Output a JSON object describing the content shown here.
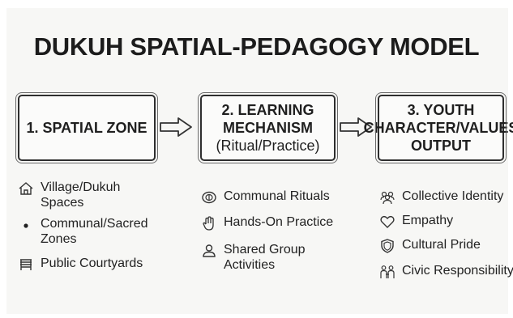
{
  "title": "DUKUH SPATIAL-PEDAGOGY MODEL",
  "boxes": [
    {
      "line1": "1. SPATIAL ZONE",
      "line2": "",
      "line3": ""
    },
    {
      "line1": "2. LEARNING",
      "line2": "MECHANISM",
      "line3": "(Ritual/Practice)"
    },
    {
      "line1": "3. YOUTH",
      "line2": "CHARACTER/VALUES",
      "line3": "OUTPUT"
    }
  ],
  "columns": [
    {
      "items": [
        {
          "icon": "house-icon",
          "text": "Village/Dukuh\nSpaces"
        },
        {
          "icon": "bullet-icon",
          "text": "Communal/Sacred\nZones"
        },
        {
          "icon": "bench-icon",
          "text": "Public Courtyards"
        }
      ]
    },
    {
      "items": [
        {
          "icon": "ritual-coin-icon",
          "text": "Communal Rituals"
        },
        {
          "icon": "hand-icon",
          "text": "Hands-On Practice"
        },
        {
          "icon": "person-icon",
          "text": "Shared Group\nActivities"
        }
      ]
    },
    {
      "items": [
        {
          "icon": "group-icon",
          "text": "Collective Identity"
        },
        {
          "icon": "heart-icon",
          "text": "Empathy"
        },
        {
          "icon": "shield-icon",
          "text": "Cultural Pride"
        },
        {
          "icon": "people-icon",
          "text": "Civic Responsibility"
        }
      ]
    }
  ]
}
